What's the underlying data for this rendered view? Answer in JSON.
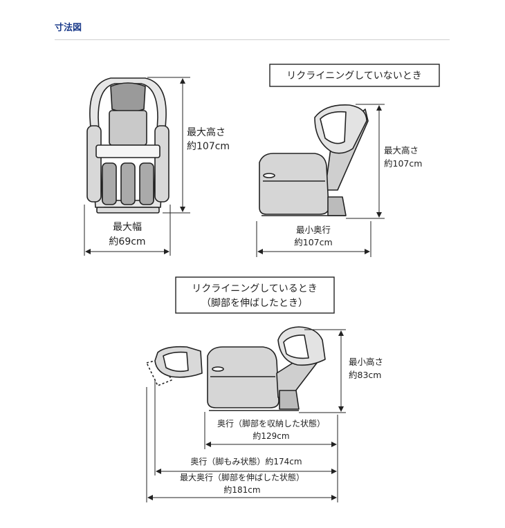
{
  "heading": "寸法図",
  "front": {
    "height_title": "最大高さ",
    "height_value": "約107cm",
    "width_title": "最大幅",
    "width_value": "約69cm"
  },
  "upright": {
    "caption": "リクライニングしていないとき",
    "height_title": "最大高さ",
    "height_value": "約107cm",
    "depth_title": "最小奥行",
    "depth_value": "約107cm"
  },
  "reclined": {
    "caption_line1": "リクライニングしているとき",
    "caption_line2": "（脚部を伸ばしたとき）",
    "height_title": "最小高さ",
    "height_value": "約83cm",
    "dim1_title": "奥行（脚部を収納した状態）",
    "dim1_value": "約129cm",
    "dim2_label": "奥行（脚もみ状態）約174cm",
    "dim3_title": "最大奥行（脚部を伸ばした状態）",
    "dim3_value": "約181cm"
  }
}
